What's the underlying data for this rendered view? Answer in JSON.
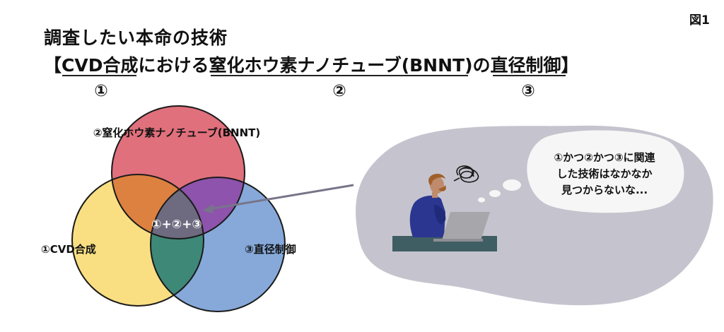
{
  "figure_label": "図1",
  "title_line1": "調査したい本命の技術",
  "title_line2": "【CVD合成における窒化ホウ素ナノチューブ(BNNT)の直径制御】",
  "segment_numbers": [
    "①",
    "②",
    "③"
  ],
  "venn": {
    "top_label": "②窒化ホウ素ナノチューブ(BNNT)",
    "left_label": "①CVD合成",
    "right_label": "③直径制御",
    "center_label": "①+②+③",
    "colors": {
      "top": "#e0707c",
      "left": "#f9df82",
      "right": "#86a9da"
    }
  },
  "speech_bubble": [
    "①かつ②かつ③に関連",
    "した技術はなかなか",
    "見つからないな..."
  ]
}
